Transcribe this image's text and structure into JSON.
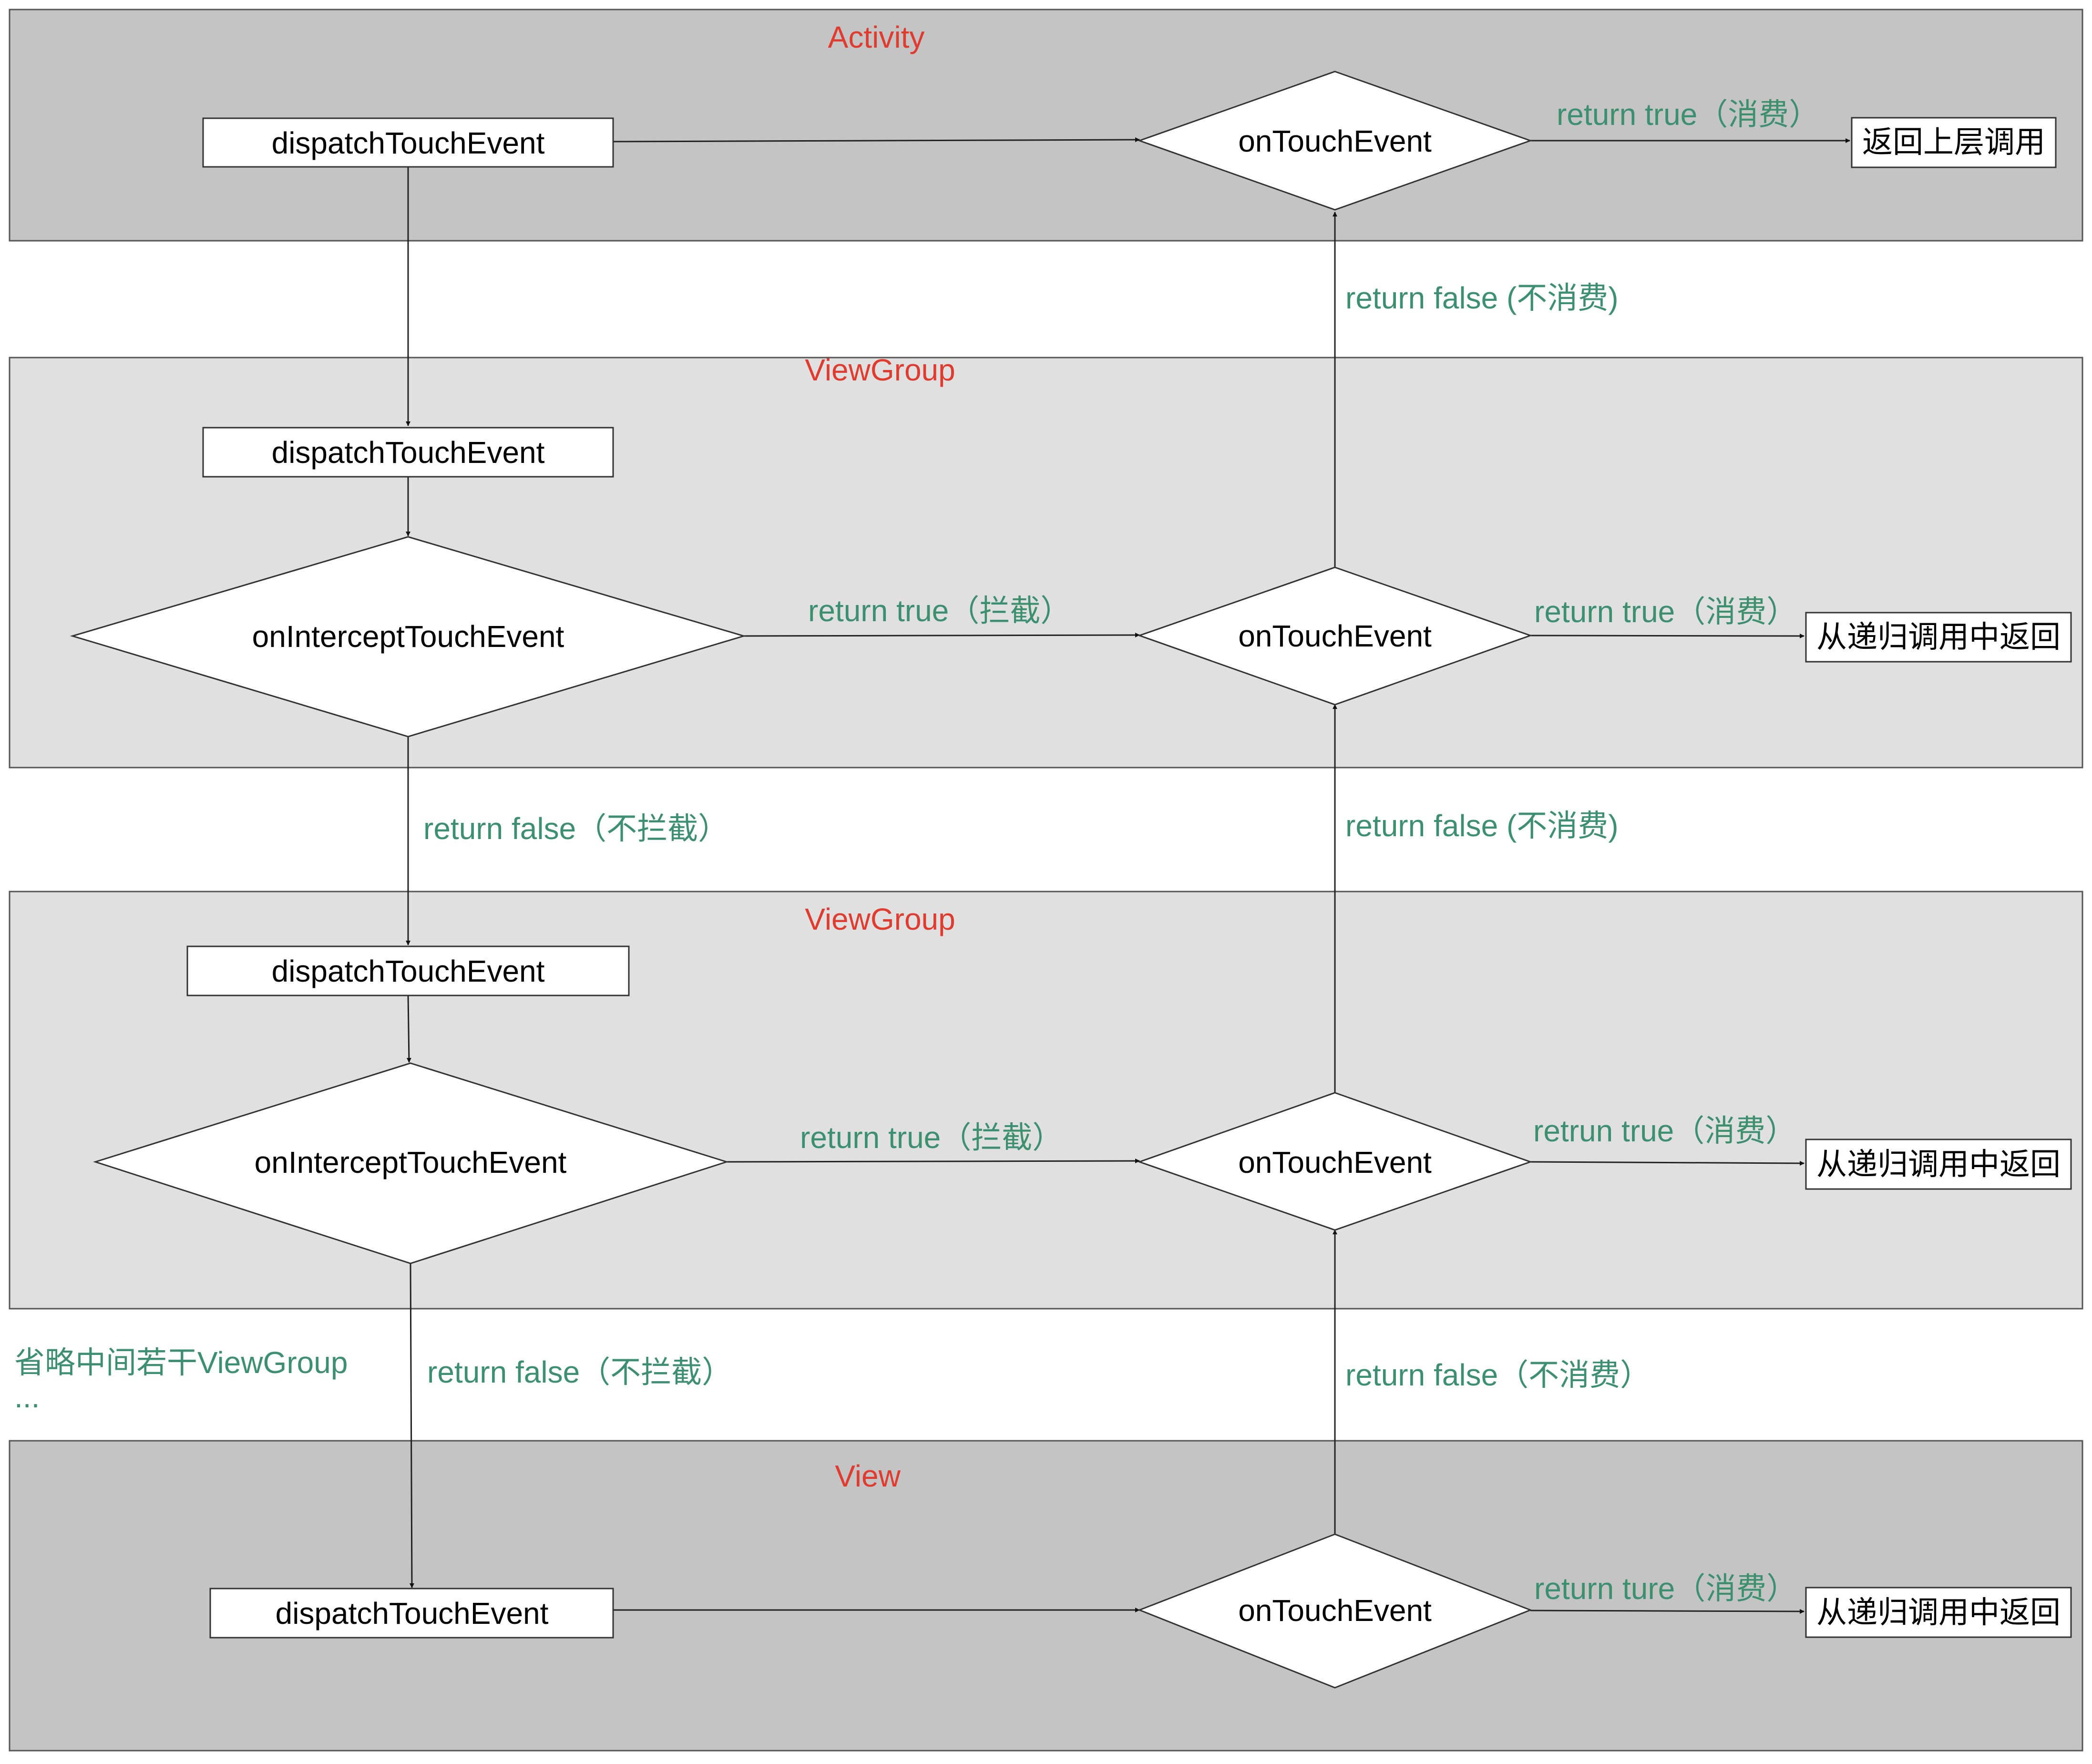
{
  "lanes": {
    "activity": {
      "title": "Activity",
      "fill": "#c4c4c4"
    },
    "viewgroup1": {
      "title": "ViewGroup",
      "fill": "#e0e0e0"
    },
    "viewgroup2": {
      "title": "ViewGroup",
      "fill": "#e0e0e0"
    },
    "view": {
      "title": "View",
      "fill": "#c4c4c4"
    }
  },
  "nodes": {
    "activity_dispatch": "dispatchTouchEvent",
    "activity_ontouch": "onTouchEvent",
    "activity_return": "返回上层调用",
    "vg1_dispatch": "dispatchTouchEvent",
    "vg1_intercept": "onInterceptTouchEvent",
    "vg1_ontouch": "onTouchEvent",
    "vg1_return": "从递归调用中返回",
    "vg2_dispatch": "dispatchTouchEvent",
    "vg2_intercept": "onInterceptTouchEvent",
    "vg2_ontouch": "onTouchEvent",
    "vg2_return": "从递归调用中返回",
    "view_dispatch": "dispatchTouchEvent",
    "view_ontouch": "onTouchEvent",
    "view_return": "从递归调用中返回"
  },
  "edge_labels": {
    "activity_consume": "return true（消费）",
    "vg1_to_activity": "return false (不消费)",
    "vg1_intercept_true": "return true（拦截）",
    "vg1_consume": "return true（消费）",
    "vg1_not_intercept": "return false（不拦截）",
    "vg2_to_vg1": "return false (不消费)",
    "vg2_intercept_true": "return true（拦截）",
    "vg2_consume": "retrun true（消费）",
    "vg2_not_intercept": "return false（不拦截）",
    "view_to_vg2": "return false（不消费）",
    "view_consume": "return ture（消费）"
  },
  "notes": {
    "omitted": "省略中间若干ViewGroup",
    "ellipsis": "..."
  },
  "colors": {
    "title_red": "#e03b2f",
    "label_green": "#3d8f72",
    "dark_lane": "#c4c4c4",
    "light_lane": "#e0e0e0"
  }
}
